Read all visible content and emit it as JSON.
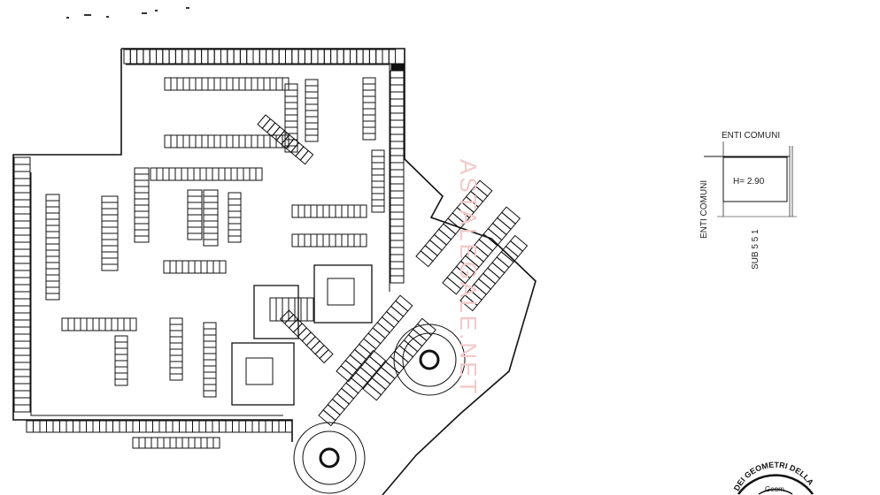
{
  "plan": {
    "unit_label_top": "ENTI COMUNI",
    "unit_label_left": "ENTI COMUNI",
    "unit_height": "H= 2.90",
    "unit_sub": "SUB 5 5 1"
  },
  "stamp": {
    "ring_text": "DEI GEOMETRI DELLA",
    "inner_text": "Geom."
  },
  "watermark": "ASTALEGALE.NET"
}
